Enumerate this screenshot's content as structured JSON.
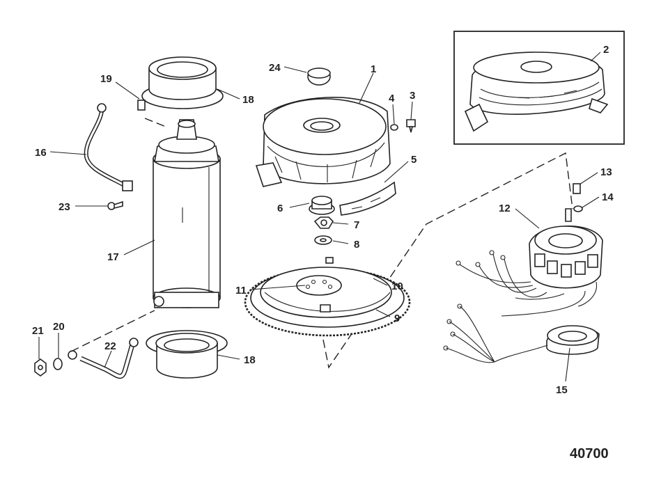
{
  "figure_number": "40700",
  "callouts": [
    {
      "id": "c1",
      "text": "1"
    },
    {
      "id": "c2",
      "text": "2"
    },
    {
      "id": "c3",
      "text": "3"
    },
    {
      "id": "c4",
      "text": "4"
    },
    {
      "id": "c5",
      "text": "5"
    },
    {
      "id": "c6",
      "text": "6"
    },
    {
      "id": "c7",
      "text": "7"
    },
    {
      "id": "c8",
      "text": "8"
    },
    {
      "id": "c9",
      "text": "9"
    },
    {
      "id": "c10",
      "text": "10"
    },
    {
      "id": "c11",
      "text": "11"
    },
    {
      "id": "c12",
      "text": "12"
    },
    {
      "id": "c13",
      "text": "13"
    },
    {
      "id": "c14",
      "text": "14"
    },
    {
      "id": "c15",
      "text": "15"
    },
    {
      "id": "c16",
      "text": "16"
    },
    {
      "id": "c17",
      "text": "17"
    },
    {
      "id": "c18a",
      "text": "18"
    },
    {
      "id": "c18b",
      "text": "18"
    },
    {
      "id": "c19",
      "text": "19"
    },
    {
      "id": "c20",
      "text": "20"
    },
    {
      "id": "c21",
      "text": "21"
    },
    {
      "id": "c22",
      "text": "22"
    },
    {
      "id": "c23",
      "text": "23"
    },
    {
      "id": "c24",
      "text": "24"
    }
  ]
}
